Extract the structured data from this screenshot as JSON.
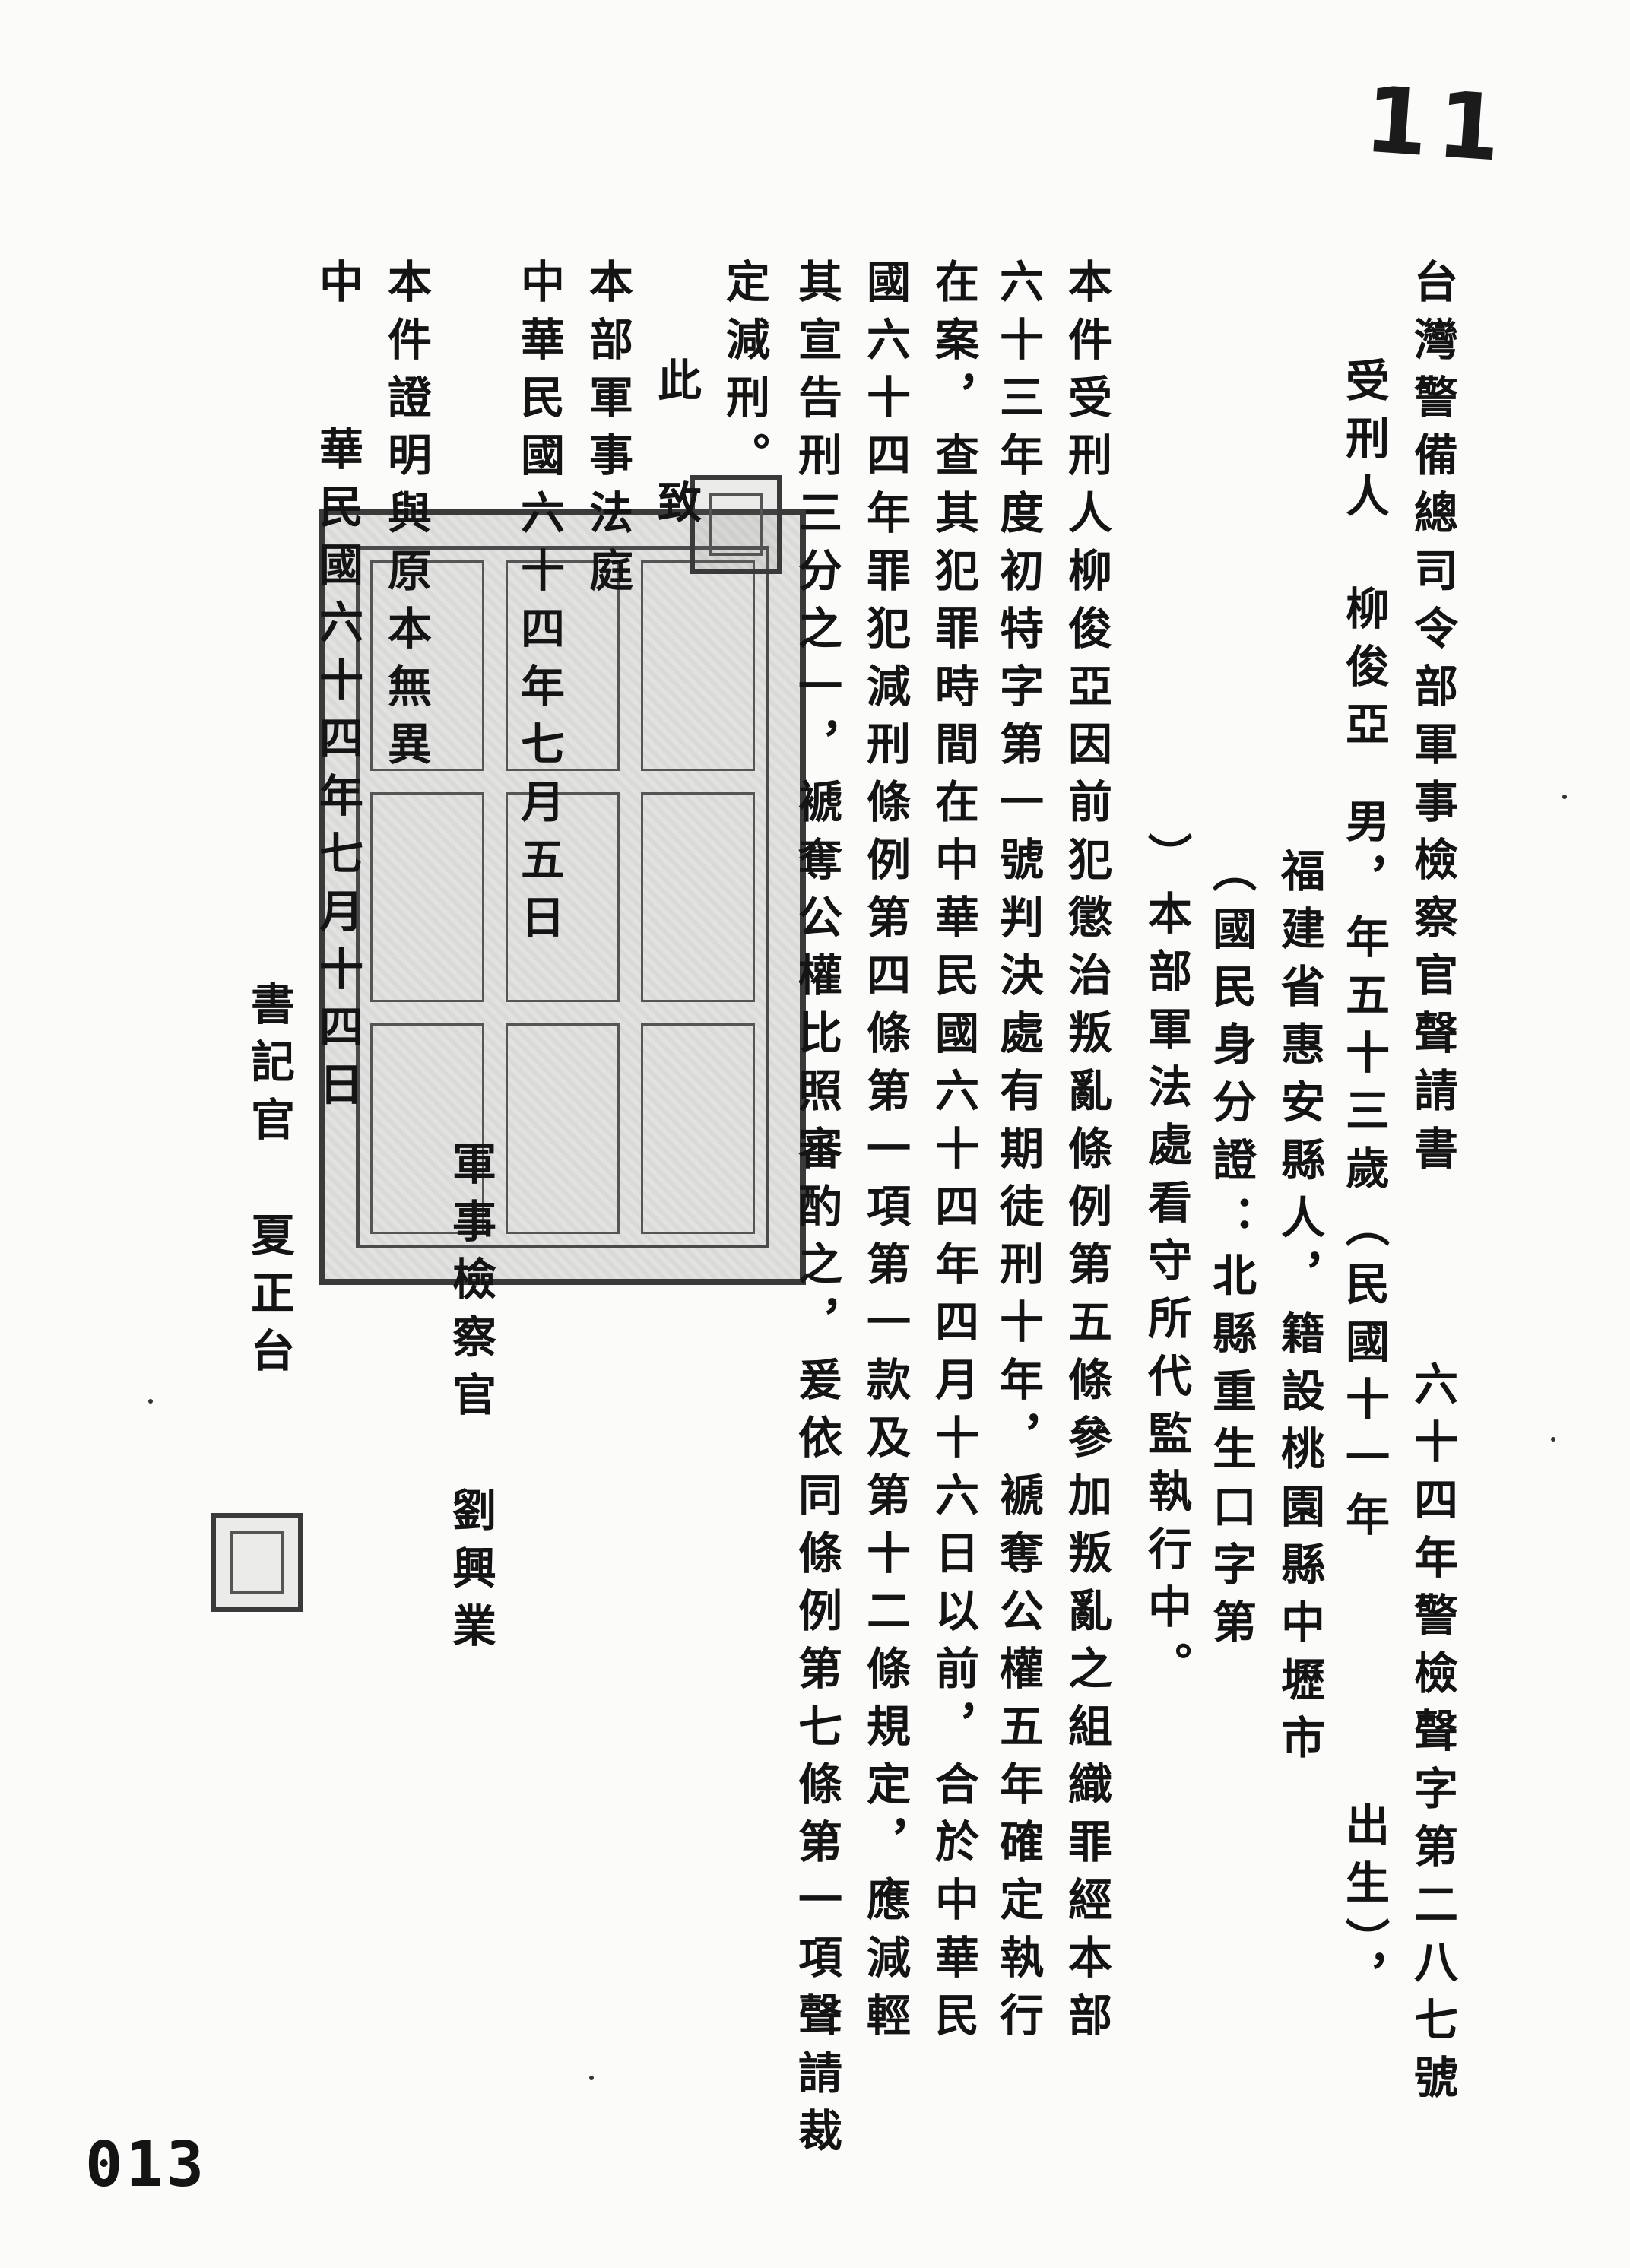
{
  "document": {
    "handwritten_mark": "11",
    "page_number": "013",
    "title": "台灣警備總司令部軍事檢察官聲請書",
    "case_no": "六十四年警檢聲字第二八七號",
    "defendant_label": "受刑人",
    "defendant_name": "柳俊亞",
    "defendant_info_1": "男，年五十三歲（民國十一年",
    "defendant_info_1b": "出生），",
    "defendant_info_2": "福建省惠安縣人，籍設桃園縣中壢市",
    "defendant_info_3": "（國民身分證：北縣重生口字第",
    "defendant_info_4": "）本部軍法處看守所代監執行中。",
    "body": [
      "本件受刑人柳俊亞因前犯懲治叛亂條例第五條參加叛亂之組織罪經本部",
      "六十三年度初特字第一號判決處有期徒刑十年，褫奪公權五年確定執行",
      "在案，查其犯罪時間在中華民國六十四年四月十六日以前，合於中華民",
      "國六十四年罪犯減刑條例第四條第一項第一款及第十二條規定，應減輕",
      "其宣告刑三分之一，褫奪公權比照審酌之，爰依同條例第七條第一項聲請裁",
      "定減刑。"
    ],
    "to_line_1": "此",
    "to_line_1b": "致",
    "to_line_2": "本部軍事法庭",
    "date_1": "中華民國六十四年七月五日",
    "prosecutor": "軍事檢察官　劉興業",
    "certify": "本件證明與原本無異",
    "date_2_lead": "中",
    "date_2": "華民國六十四年七月十四日",
    "clerk": "書記官　夏正台"
  }
}
